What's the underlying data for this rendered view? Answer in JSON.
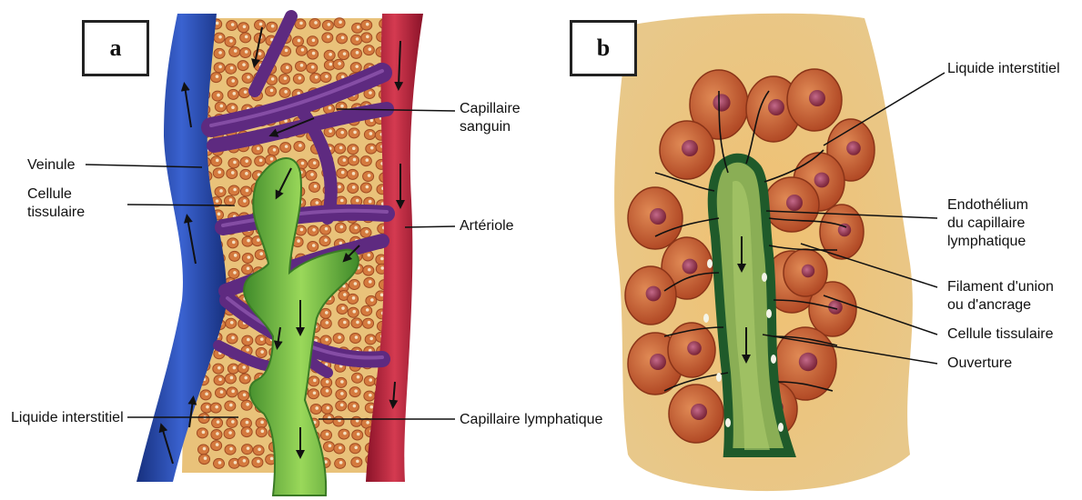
{
  "panels": [
    {
      "letter": "a"
    },
    {
      "letter": "b"
    }
  ],
  "panel_a_labels": {
    "capillaire_sanguin": "Capillaire\nsanguin",
    "veinule": "Veinule",
    "cellule_tissulaire": "Cellule\ntissulaire",
    "arteriole": "Artériole",
    "liquide_interstitiel": "Liquide interstitiel",
    "capillaire_lymphatique": "Capillaire lymphatique"
  },
  "panel_b_labels": {
    "liquide_interstitiel": "Liquide interstitiel",
    "endothelium": "Endothélium\ndu capillaire\nlymphatique",
    "filament": "Filament d'union\nou d'ancrage",
    "cellule_tissulaire": "Cellule tissulaire",
    "ouverture": "Ouverture"
  },
  "colors": {
    "vein": "#1f3fa8",
    "artery": "#b0203a",
    "capillary": "#5a2a7a",
    "lymphatic": "#6db33f",
    "lymphatic_dark": "#1f5a2a",
    "tissue_bg": "#e8b868",
    "cell_fill": "#c8643a",
    "cell_nucleus": "#8a2a3a"
  }
}
